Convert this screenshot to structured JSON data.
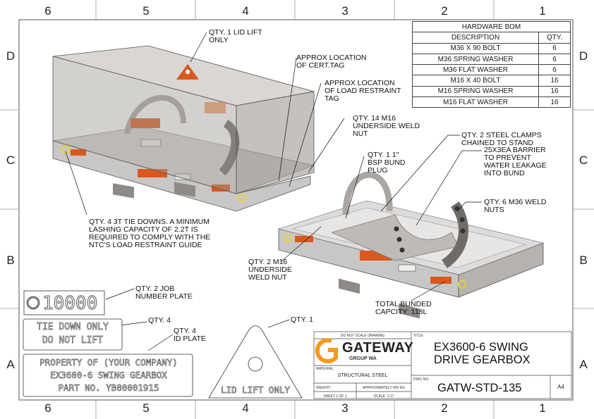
{
  "zones": {
    "columns": [
      "6",
      "5",
      "4",
      "3",
      "2",
      "1"
    ],
    "rows": [
      "D",
      "C",
      "B",
      "A"
    ]
  },
  "bom": {
    "title": "HARDWARE BOM",
    "headers": [
      "DESCRIPTION",
      "QTY."
    ],
    "rows": [
      [
        "M36 X 90 BOLT",
        "6"
      ],
      [
        "M36 SPRING WASHER",
        "6"
      ],
      [
        "M36 FLAT WASHER",
        "6"
      ],
      [
        "M16  X 40 BOLT",
        "16"
      ],
      [
        "M16 SPRING WASHER",
        "16"
      ],
      [
        "M16 FLAT WASHER",
        "16"
      ]
    ]
  },
  "notes": {
    "lid_lift": "QTY. 1 LID LIFT\nONLY",
    "cert_tag": "APPROX LOCATION\nOF CERT.TAG",
    "load_restraint_tag": "APPROX LOCATION\nOF LOAD RESTRAINT\nTAG",
    "weld_nut_14": "QTY. 14 M16\nUNDERSIDE WELD\nNUT",
    "steel_clamps": "QTY. 2 STEEL CLAMPS\nCHAINED TO STAND",
    "bund_plug": "QTY. 1 1\"\nBSP BUND\nPLUG",
    "barrier": "25X3EA BARRIER\nTO PREVENT\nWATER LEAKAGE\nINTO BUND",
    "m36_nuts": "QTY. 6 M36 WELD\nNUTS",
    "tie_downs": "QTY. 4 3T TIE DOWNS. A MINIMUM\nLASHING CAPACITY OF 2.2T IS\nREQUIRED TO COMPLY WITH THE\nNTC'S LOAD RESTRAINT GUIDE",
    "weld_nut_2": "QTY. 2 M16\nUNDERSIDE\nWELD NUT",
    "bunded": "TOTAL BUNDED\nCAPCITY: 118L",
    "job_plate": "QTY. 2 JOB\nNUMBER PLATE",
    "qty4": "QTY. 4",
    "id_plate": "QTY. 4\nID PLATE",
    "qty1": "QTY. 1"
  },
  "plates": {
    "job_number": "10000",
    "tie_down_1": "TIE DOWN ONLY",
    "tie_down_2": "DO NOT LIFT",
    "id_line_1": "PROPERTY OF (YOUR COMPANY)",
    "id_line_2": "EX3600-6 SWING GEARBOX",
    "id_line_3": "PART NO. YB80001915",
    "lid_lift_only": "LID LIFT ONLY"
  },
  "title_block": {
    "do_not_scale": "DO NOT SCALE DRAWING",
    "title_label": "TITLE:",
    "title_1": "EX3600-6 SWING",
    "title_2": "DRIVE GEARBOX",
    "company": "GATEWAY",
    "company_sub": "GROUP WA",
    "material_label": "MATERIAL:",
    "material": "STRUCTURAL STEEL",
    "dwg_label": "DWG NO.",
    "dwg_no": "GATW-STD-135",
    "size": "A4",
    "weight_label": "WEIGHT:",
    "weight": "APPROXIMATELY 450 KG",
    "sheet": "SHEET 1 OF 1",
    "scale": "SCALE: 1:17"
  },
  "colors": {
    "steel": "#c9c7c5",
    "steel_dark": "#8d8a87",
    "glass": "#9e9892",
    "orange": "#d9581e",
    "logo_orange": "#f39a1e",
    "yellow": "#e8d23a"
  }
}
